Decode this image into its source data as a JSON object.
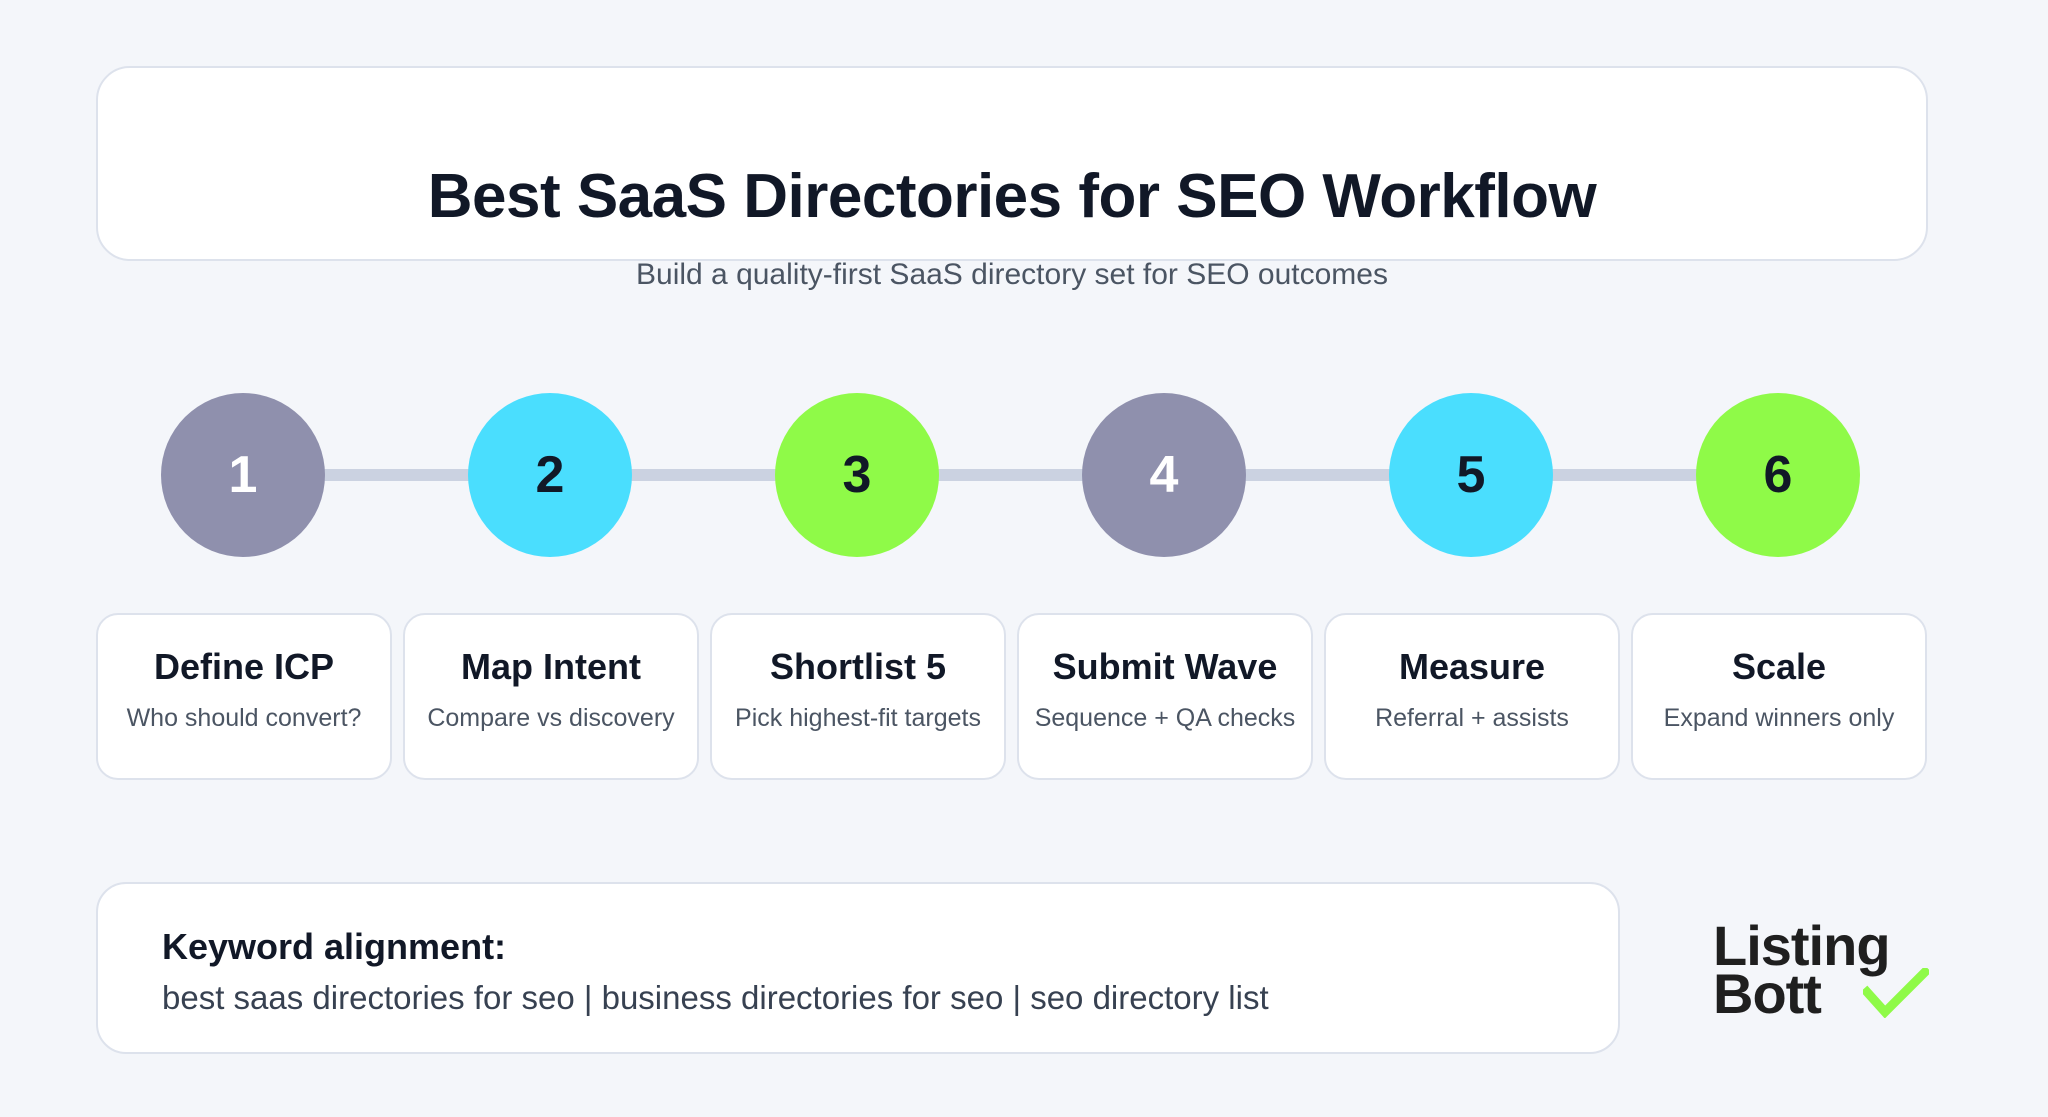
{
  "header": {
    "title": "Best SaaS Directories for SEO Workflow",
    "subtitle": "Build a quality-first SaaS directory set for SEO outcomes"
  },
  "colors": {
    "background": "#f4f6fa",
    "gray": "#8f90ad",
    "cyan": "#4adefe",
    "green": "#8ffa48",
    "timeline": "#cbd2e1",
    "text_dark": "#111827",
    "text_muted": "#4b5563"
  },
  "steps": [
    {
      "number": "1",
      "title": "Define ICP",
      "desc": "Who should convert?"
    },
    {
      "number": "2",
      "title": "Map Intent",
      "desc": "Compare vs discovery"
    },
    {
      "number": "3",
      "title": "Shortlist 5",
      "desc": "Pick highest-fit targets"
    },
    {
      "number": "4",
      "title": "Submit Wave",
      "desc": "Sequence + QA checks"
    },
    {
      "number": "5",
      "title": "Measure",
      "desc": "Referral + assists"
    },
    {
      "number": "6",
      "title": "Scale",
      "desc": "Expand winners only"
    }
  ],
  "keywords": {
    "label": "Keyword alignment:",
    "value": "best saas directories for seo | business directories for seo | seo directory list"
  },
  "logo": {
    "line1": "Listing",
    "line2": "Bott",
    "icon": "checkmark-icon"
  }
}
